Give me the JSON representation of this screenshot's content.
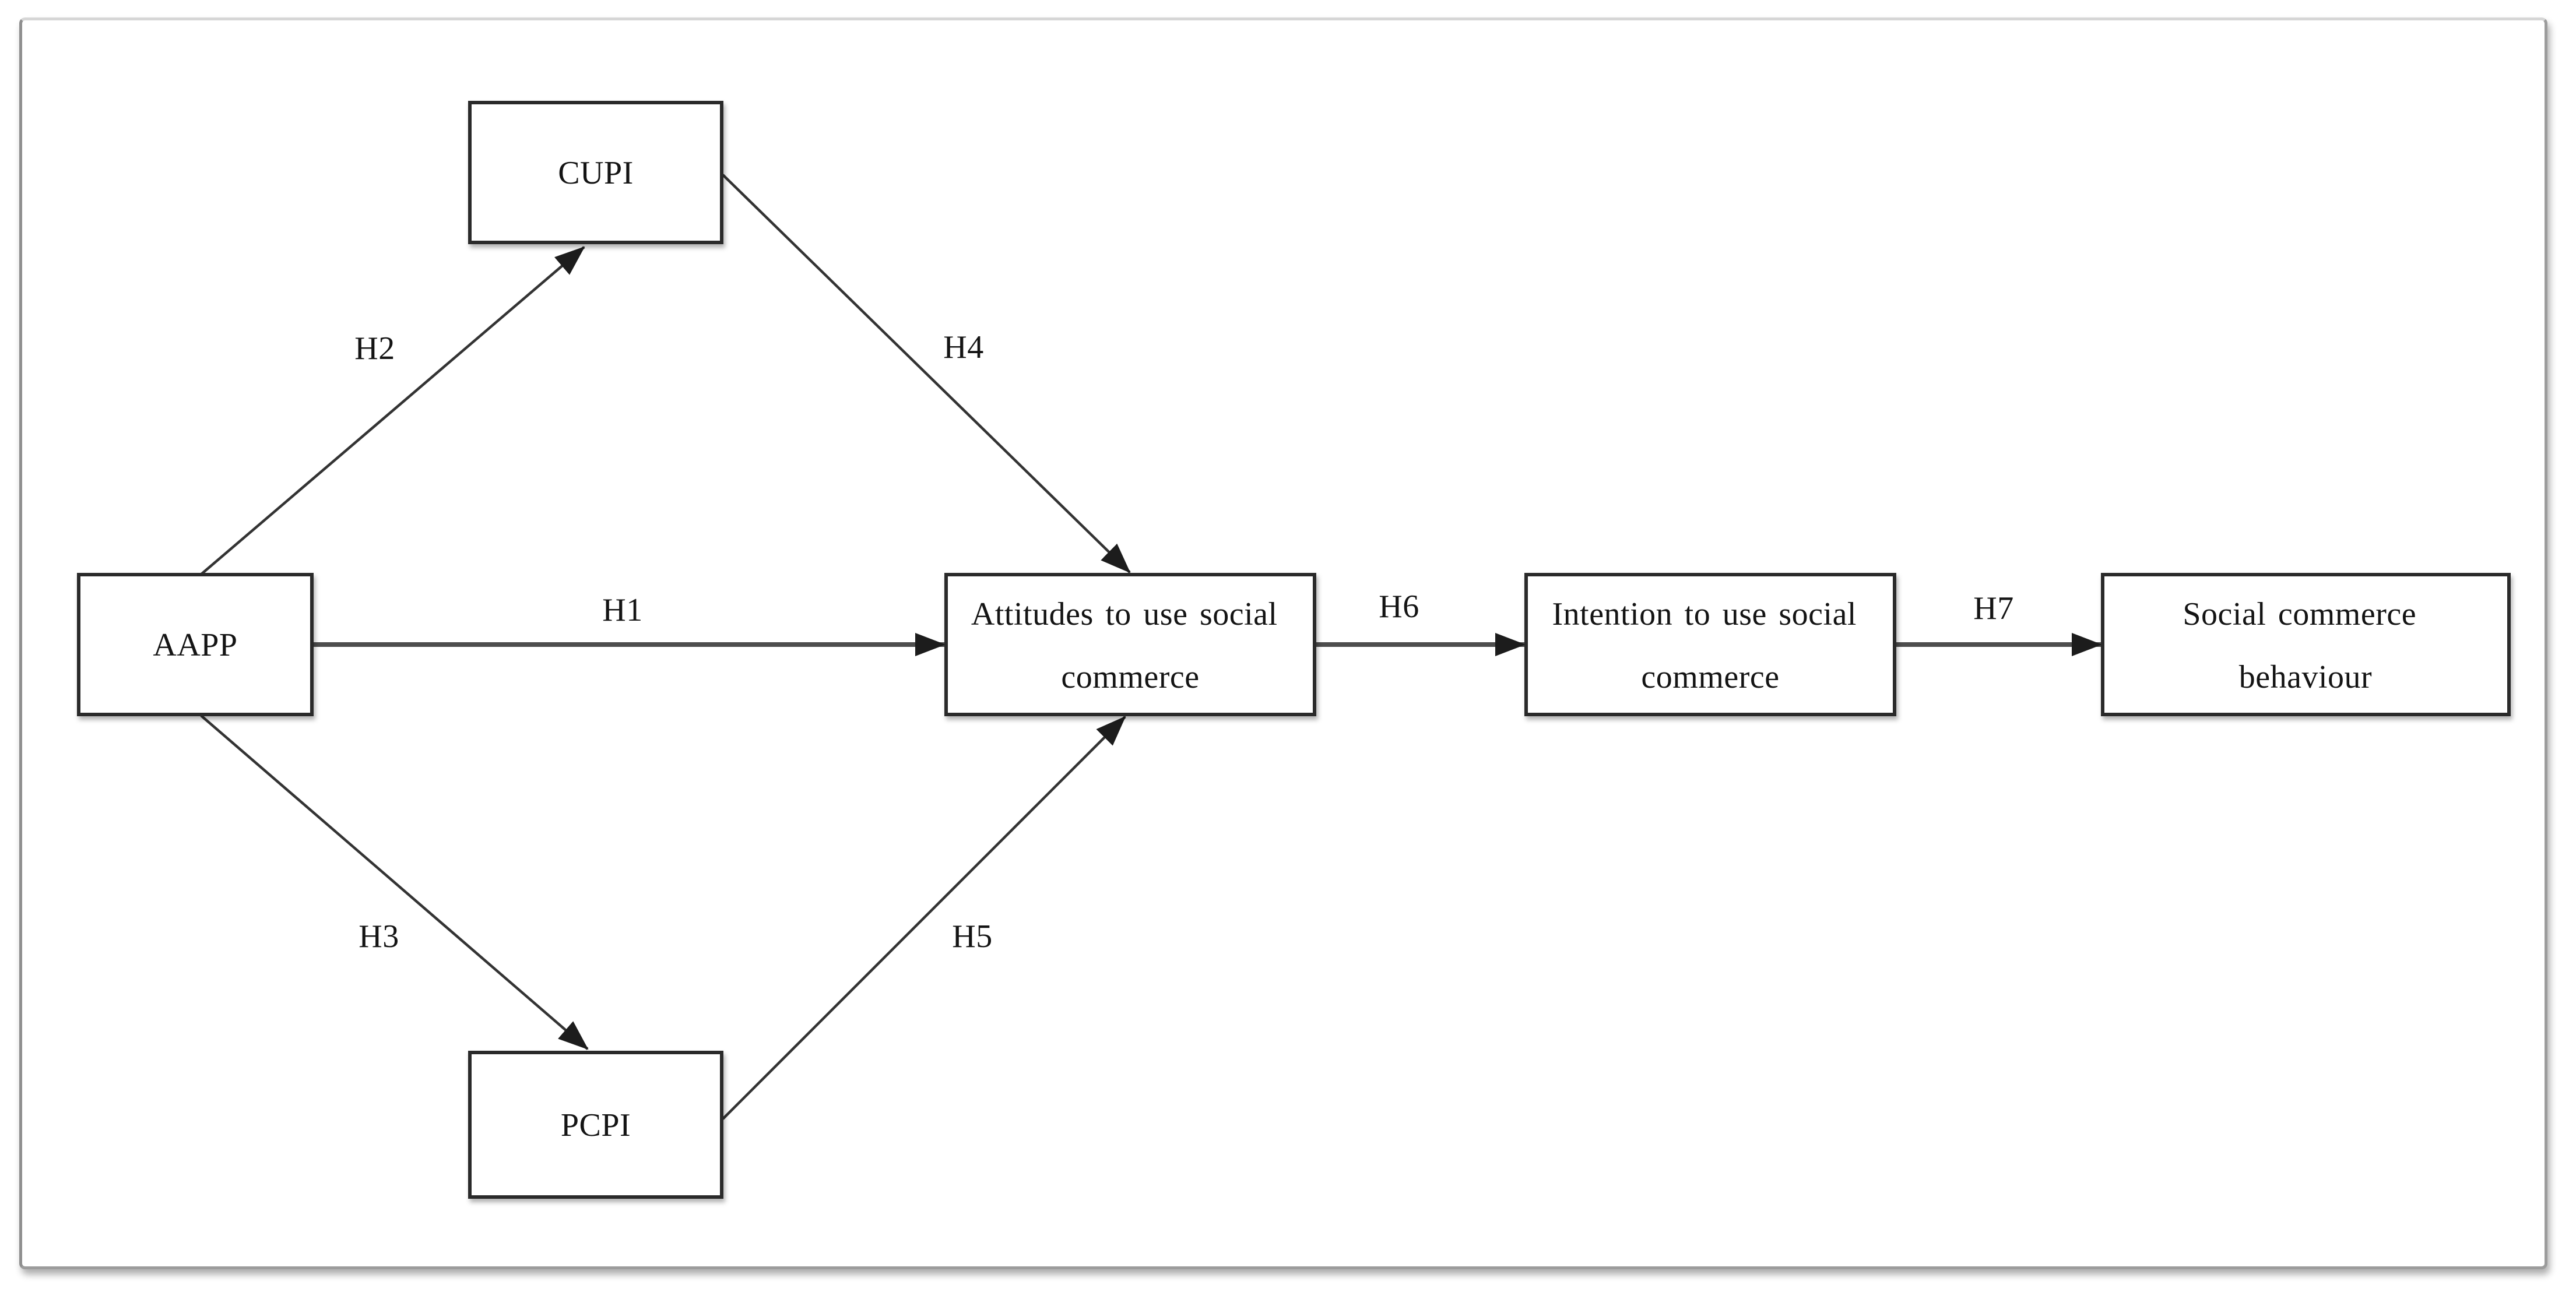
{
  "page": {
    "background": "#ffffff",
    "border_color": "#9c9c9c"
  },
  "diagram": {
    "type": "conceptual-research-model",
    "colors": {
      "box_border": "#2b2b2b",
      "box_fill": "#ffffff",
      "line": "#333333",
      "text": "#141414"
    },
    "nodes": [
      {
        "id": "aapp",
        "label": "AAPP"
      },
      {
        "id": "cupi",
        "label": "CUPI"
      },
      {
        "id": "pcpi",
        "label": "PCPI"
      },
      {
        "id": "attitudes",
        "label": "Attitudes to use social commerce",
        "line1": "Attitudes to use social",
        "line2": "commerce"
      },
      {
        "id": "intention",
        "label": "Intention to use social commerce",
        "line1": "Intention to use social",
        "line2": "commerce"
      },
      {
        "id": "behaviour",
        "label": "Social commerce behaviour",
        "line1": "Social commerce",
        "line2": "behaviour"
      }
    ],
    "edges": [
      {
        "id": "h1",
        "label": "H1",
        "from": "AAPP",
        "to": "Attitudes to use social commerce"
      },
      {
        "id": "h2",
        "label": "H2",
        "from": "AAPP",
        "to": "CUPI"
      },
      {
        "id": "h3",
        "label": "H3",
        "from": "AAPP",
        "to": "PCPI"
      },
      {
        "id": "h4",
        "label": "H4",
        "from": "CUPI",
        "to": "Attitudes to use social commerce"
      },
      {
        "id": "h5",
        "label": "H5",
        "from": "PCPI",
        "to": "Attitudes to use social commerce"
      },
      {
        "id": "h6",
        "label": "H6",
        "from": "Attitudes to use social commerce",
        "to": "Intention to use social commerce"
      },
      {
        "id": "h7",
        "label": "H7",
        "from": "Intention to use social commerce",
        "to": "Social commerce behaviour"
      }
    ]
  }
}
